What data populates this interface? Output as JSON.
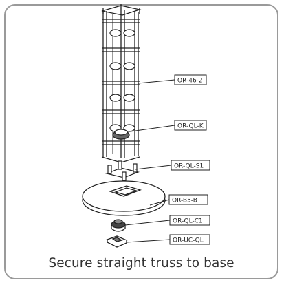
{
  "caption": "Secure straight truss to base",
  "parts": [
    {
      "id": "OR-46-2"
    },
    {
      "id": "OR-QL-K"
    },
    {
      "id": "OR-QL-S1"
    },
    {
      "id": "OR-B5-B"
    },
    {
      "id": "OR-QL-C1"
    },
    {
      "id": "OR-UC-QL"
    }
  ],
  "colors": {
    "border": "#9a9a9a",
    "line": "#222222",
    "text": "#333333"
  }
}
